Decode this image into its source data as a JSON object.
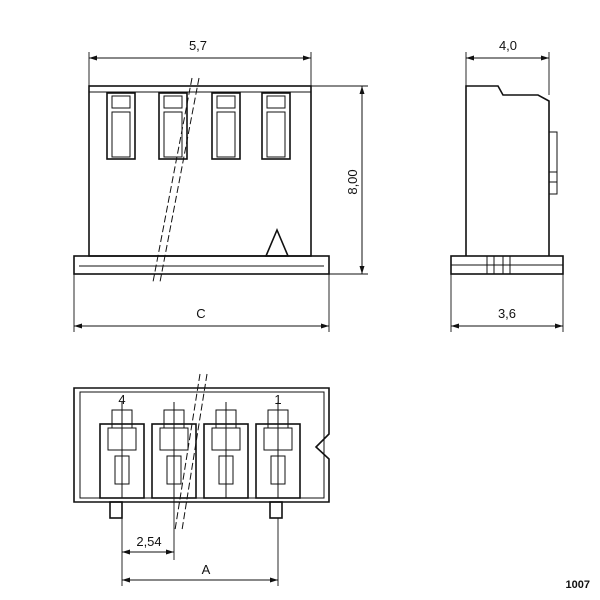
{
  "dimensions": {
    "top_width": "5,7",
    "height": "8,00",
    "base_width": "C",
    "side_width": "4,0",
    "side_base": "3,6",
    "pitch": "2,54",
    "span": "A"
  },
  "pin_numbers": [
    "4",
    "1"
  ],
  "drawing_ref": "1007"
}
